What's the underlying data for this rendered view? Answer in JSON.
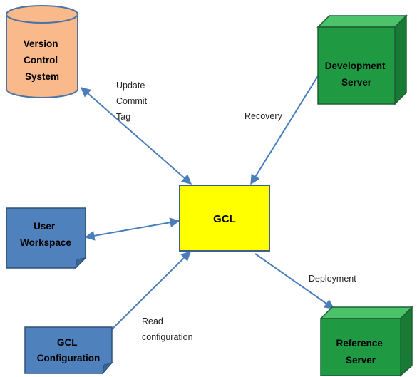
{
  "nodes": {
    "vcs": {
      "lines": [
        "Version",
        "Control",
        "System"
      ],
      "fill": "#f9b98a",
      "stroke": "#4a73a8",
      "shape": "cylinder"
    },
    "dev_server": {
      "lines": [
        "Development",
        "Server"
      ],
      "fill": "#1f9a43",
      "stroke": "#1d5e34",
      "shape": "cube"
    },
    "gcl": {
      "label": "GCL",
      "fill": "#ffff00",
      "stroke": "#3d5f8a",
      "shape": "rectangle"
    },
    "user_workspace": {
      "lines": [
        "User",
        "Workspace"
      ],
      "fill": "#4f81bd",
      "stroke": "#2f5079",
      "shape": "folded-document"
    },
    "gcl_config": {
      "lines": [
        "GCL",
        "Configuration"
      ],
      "fill": "#4f81bd",
      "stroke": "#2f5079",
      "shape": "folded-document"
    },
    "ref_server": {
      "lines": [
        "Reference",
        "Server"
      ],
      "fill": "#1f9a43",
      "stroke": "#1d5e34",
      "shape": "cube"
    }
  },
  "edges": {
    "vcs_gcl": {
      "lines": [
        "Update",
        "Commit",
        "Tag"
      ],
      "direction": "both"
    },
    "dev_gcl": {
      "lines": [
        "Recovery"
      ],
      "direction": "to-gcl"
    },
    "workspace_gcl": {
      "lines": [],
      "direction": "both"
    },
    "config_gcl": {
      "lines": [
        "Read",
        "configuration"
      ],
      "direction": "to-gcl"
    },
    "gcl_ref": {
      "lines": [
        "Deployment"
      ],
      "direction": "to-ref"
    }
  },
  "colors": {
    "arrow": "#4a7ebb"
  }
}
